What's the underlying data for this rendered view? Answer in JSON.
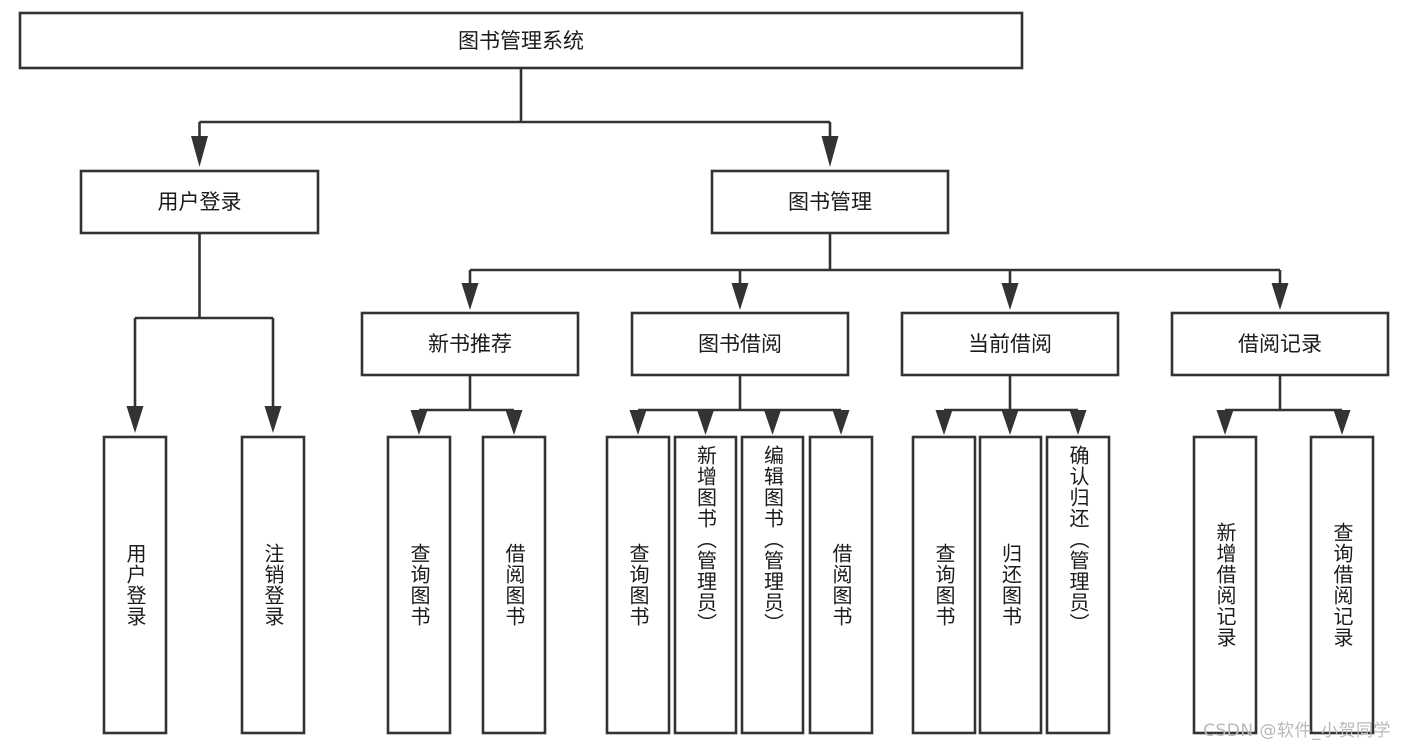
{
  "diagram": {
    "type": "tree-hierarchy-chart",
    "title": "图书管理系统",
    "orientation": "top-down",
    "colors": {
      "box_border": "#333333",
      "box_fill": "#ffffff",
      "connector": "#333333",
      "text": "#1b1b1b",
      "watermark": "#b9b9b9",
      "background": "#ffffff"
    },
    "levels": {
      "root": {
        "label": "图书管理系统"
      },
      "level2": [
        {
          "label": "用户登录"
        },
        {
          "label": "图书管理"
        }
      ],
      "level3": [
        {
          "label": "新书推荐"
        },
        {
          "label": "图书借阅"
        },
        {
          "label": "当前借阅"
        },
        {
          "label": "借阅记录"
        }
      ],
      "leaves": {
        "用户登录": [
          {
            "label": "用户登录"
          },
          {
            "label": "注销登录"
          }
        ],
        "新书推荐": [
          {
            "label": "查询图书"
          },
          {
            "label": "借阅图书"
          }
        ],
        "图书借阅": [
          {
            "label": "查询图书"
          },
          {
            "label": "新增图书（管理员）"
          },
          {
            "label": "编辑图书（管理员）"
          },
          {
            "label": "借阅图书"
          }
        ],
        "当前借阅": [
          {
            "label": "查询图书"
          },
          {
            "label": "归还图书"
          },
          {
            "label": "确认归还（管理员）"
          }
        ],
        "借阅记录": [
          {
            "label": "新增借阅记录"
          },
          {
            "label": "查询借阅记录"
          }
        ]
      }
    },
    "watermark": "CSDN @软件_小贺同学"
  }
}
